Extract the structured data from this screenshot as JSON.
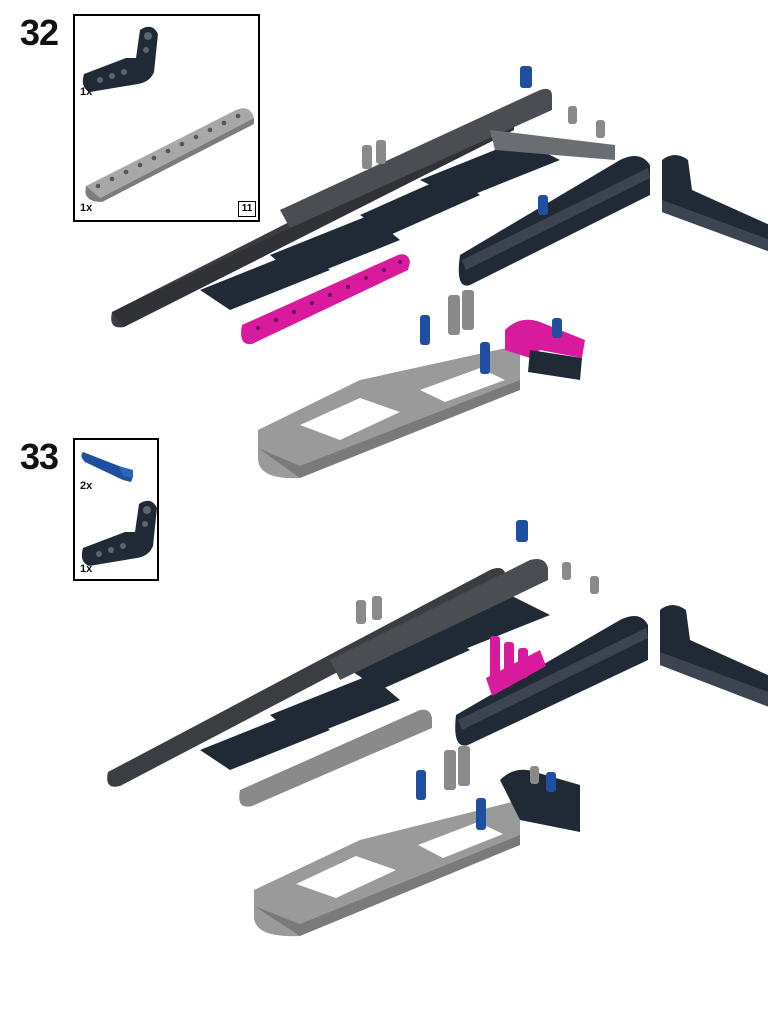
{
  "steps": [
    {
      "number": "32",
      "parts": [
        {
          "qty": "1x",
          "part": "dark-bluish-gray-angled-beam-icon",
          "color": "#1f2a36"
        },
        {
          "qty": "1x",
          "part": "light-gray-straight-beam-11-icon",
          "color": "#a8a8a8",
          "length_badge": "11"
        }
      ],
      "highlight_color": "#d81b9c"
    },
    {
      "number": "33",
      "parts": [
        {
          "qty": "2x",
          "part": "blue-axle-pin-icon",
          "color": "#1f4fa0"
        },
        {
          "qty": "1x",
          "part": "dark-bluish-gray-angled-beam-icon",
          "color": "#1f2a36"
        }
      ],
      "highlight_color": "#d81b9c"
    }
  ]
}
